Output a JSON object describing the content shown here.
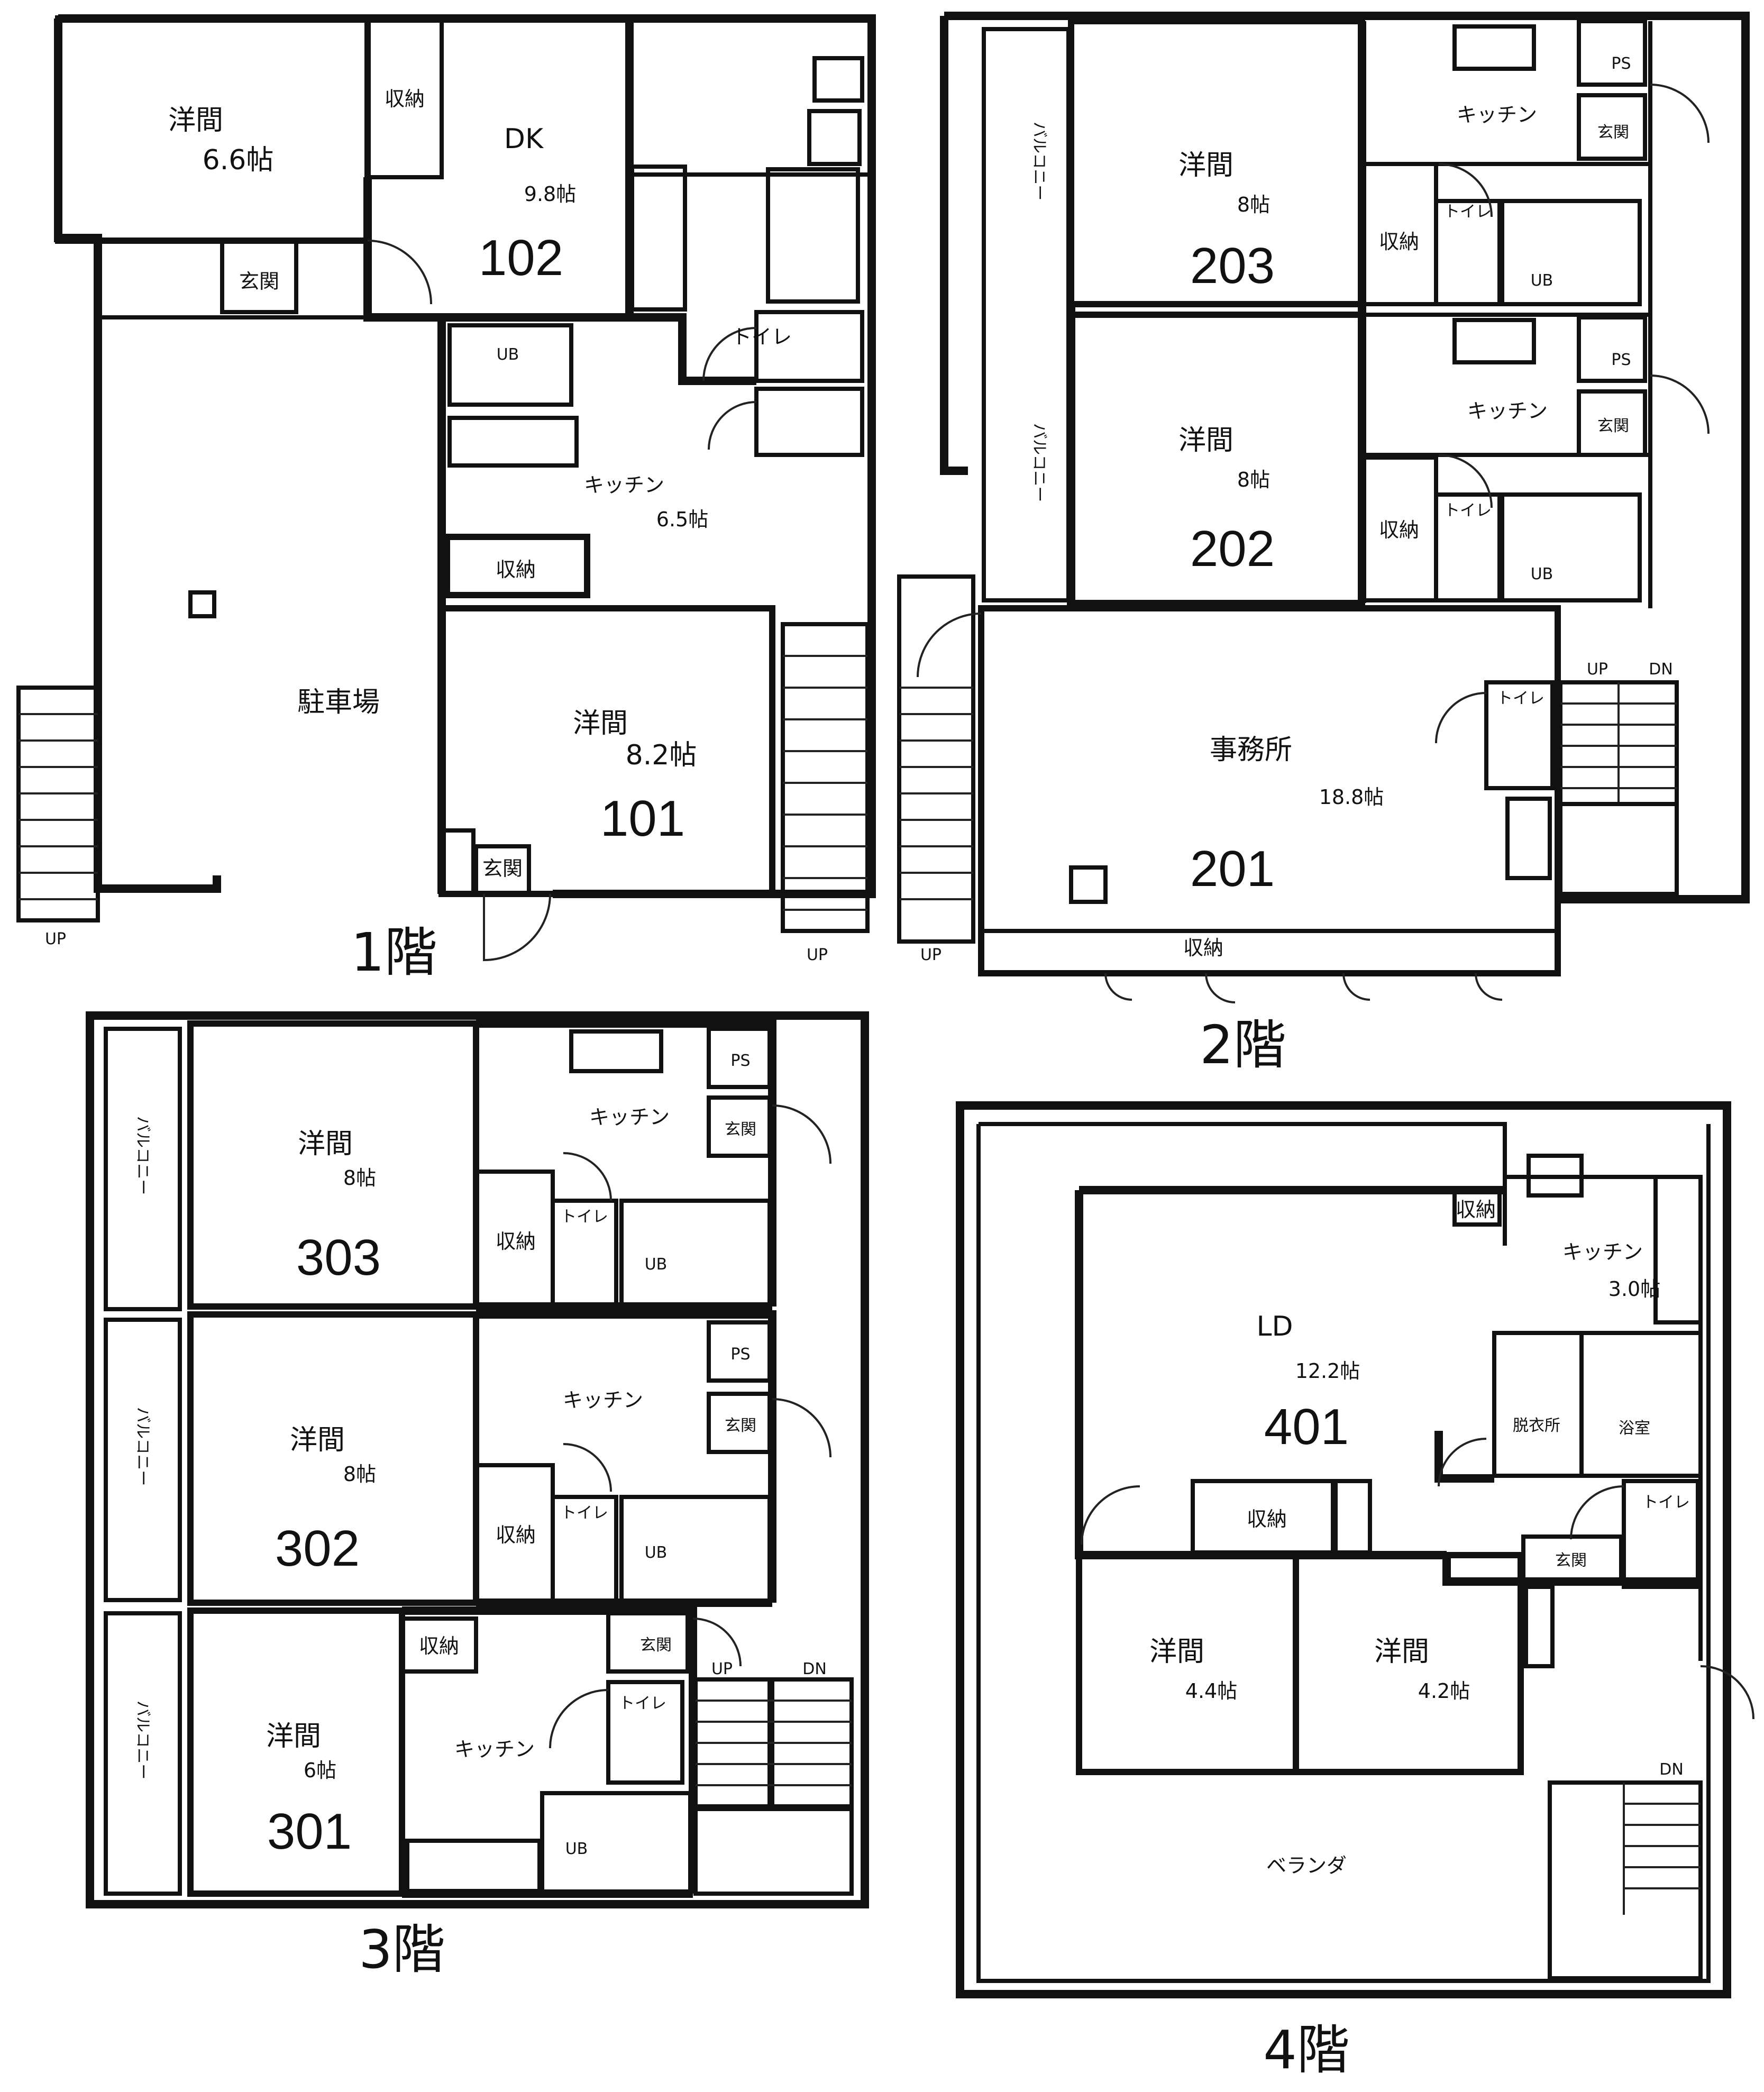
{
  "labels": {
    "western_room": "洋間",
    "storage": "収納",
    "entrance": "玄関",
    "kitchen": "キッチン",
    "toilet": "トイレ",
    "unit_bath": "UB",
    "pipe_space": "PS",
    "balcony": "バルコニー",
    "up": "UP",
    "down": "DN"
  },
  "floor1": {
    "title": "1階",
    "room102": {
      "number": "102",
      "western_label": "洋間",
      "western_size": "6.6帖",
      "dk_label": "DK",
      "dk_size": "9.8帖"
    },
    "room101": {
      "number": "101",
      "kitchen_label": "キッチン",
      "kitchen_size": "6.5帖",
      "western_label": "洋間",
      "western_size": "8.2帖"
    },
    "parking": "駐車場"
  },
  "floor2": {
    "title": "2階",
    "room203": {
      "number": "203",
      "label": "洋間",
      "size": "8帖"
    },
    "room202": {
      "number": "202",
      "label": "洋間",
      "size": "8帖"
    },
    "room201": {
      "number": "201",
      "label": "事務所",
      "size": "18.8帖"
    }
  },
  "floor3": {
    "title": "3階",
    "room303": {
      "number": "303",
      "label": "洋間",
      "size": "8帖"
    },
    "room302": {
      "number": "302",
      "label": "洋間",
      "size": "8帖"
    },
    "room301": {
      "number": "301",
      "label": "洋間",
      "size": "6帖"
    }
  },
  "floor4": {
    "title": "4階",
    "room401": {
      "number": "401",
      "ld_label": "LD",
      "ld_size": "12.2帖",
      "kitchen_size": "3.0帖",
      "dressing": "脱衣所",
      "bathroom": "浴室",
      "west1_size": "4.4帖",
      "west2_size": "4.2帖",
      "veranda": "ベランダ"
    }
  }
}
